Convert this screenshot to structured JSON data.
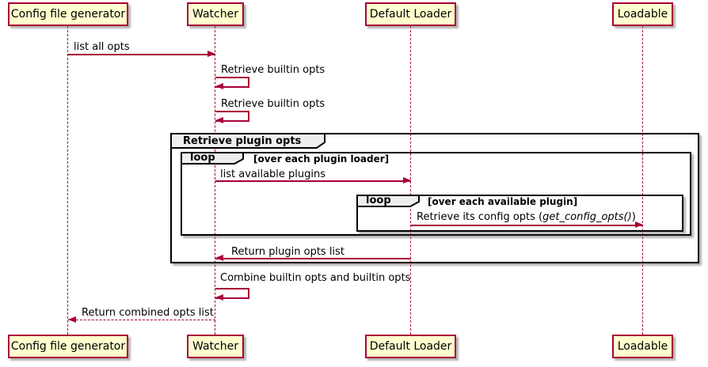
{
  "participants": [
    {
      "name": "Config file generator"
    },
    {
      "name": "Watcher"
    },
    {
      "name": "Default Loader"
    },
    {
      "name": "Loadable"
    }
  ],
  "messages": [
    {
      "text": "list all opts",
      "from": "Config file generator",
      "to": "Watcher",
      "type": "solid"
    },
    {
      "text": "Retrieve builtin opts",
      "from": "Watcher",
      "to": "Watcher",
      "type": "self"
    },
    {
      "text": "Retrieve builtin opts",
      "from": "Watcher",
      "to": "Watcher",
      "type": "self"
    },
    {
      "text": "list available plugins",
      "from": "Watcher",
      "to": "Default Loader",
      "type": "solid"
    },
    {
      "text_prefix": "Retrieve its config opts (",
      "text_italic": "get_config_opts()",
      "text_suffix": ")",
      "from": "Default Loader",
      "to": "Loadable",
      "type": "solid"
    },
    {
      "text": "Return plugin opts list",
      "from": "Default Loader",
      "to": "Watcher",
      "type": "solid"
    },
    {
      "text": "Combine builtin opts and builtin opts",
      "from": "Watcher",
      "to": "Watcher",
      "type": "self"
    },
    {
      "text": "Return combined opts list",
      "from": "Watcher",
      "to": "Config file generator",
      "type": "dashed"
    }
  ],
  "frames": [
    {
      "kind": "group",
      "label": "Retrieve plugin opts"
    },
    {
      "kind": "loop",
      "keyword": "loop",
      "condition": "[over each plugin loader]"
    },
    {
      "kind": "loop",
      "keyword": "loop",
      "condition": "[over each available plugin]"
    }
  ],
  "colors": {
    "participant_fill": "#FEFECE",
    "participant_border": "#A80036",
    "lifeline": "#A80036",
    "arrow": "#A80036",
    "frame_border": "#000000",
    "frame_header_fill": "#EEEEEE",
    "text": "#000000"
  }
}
